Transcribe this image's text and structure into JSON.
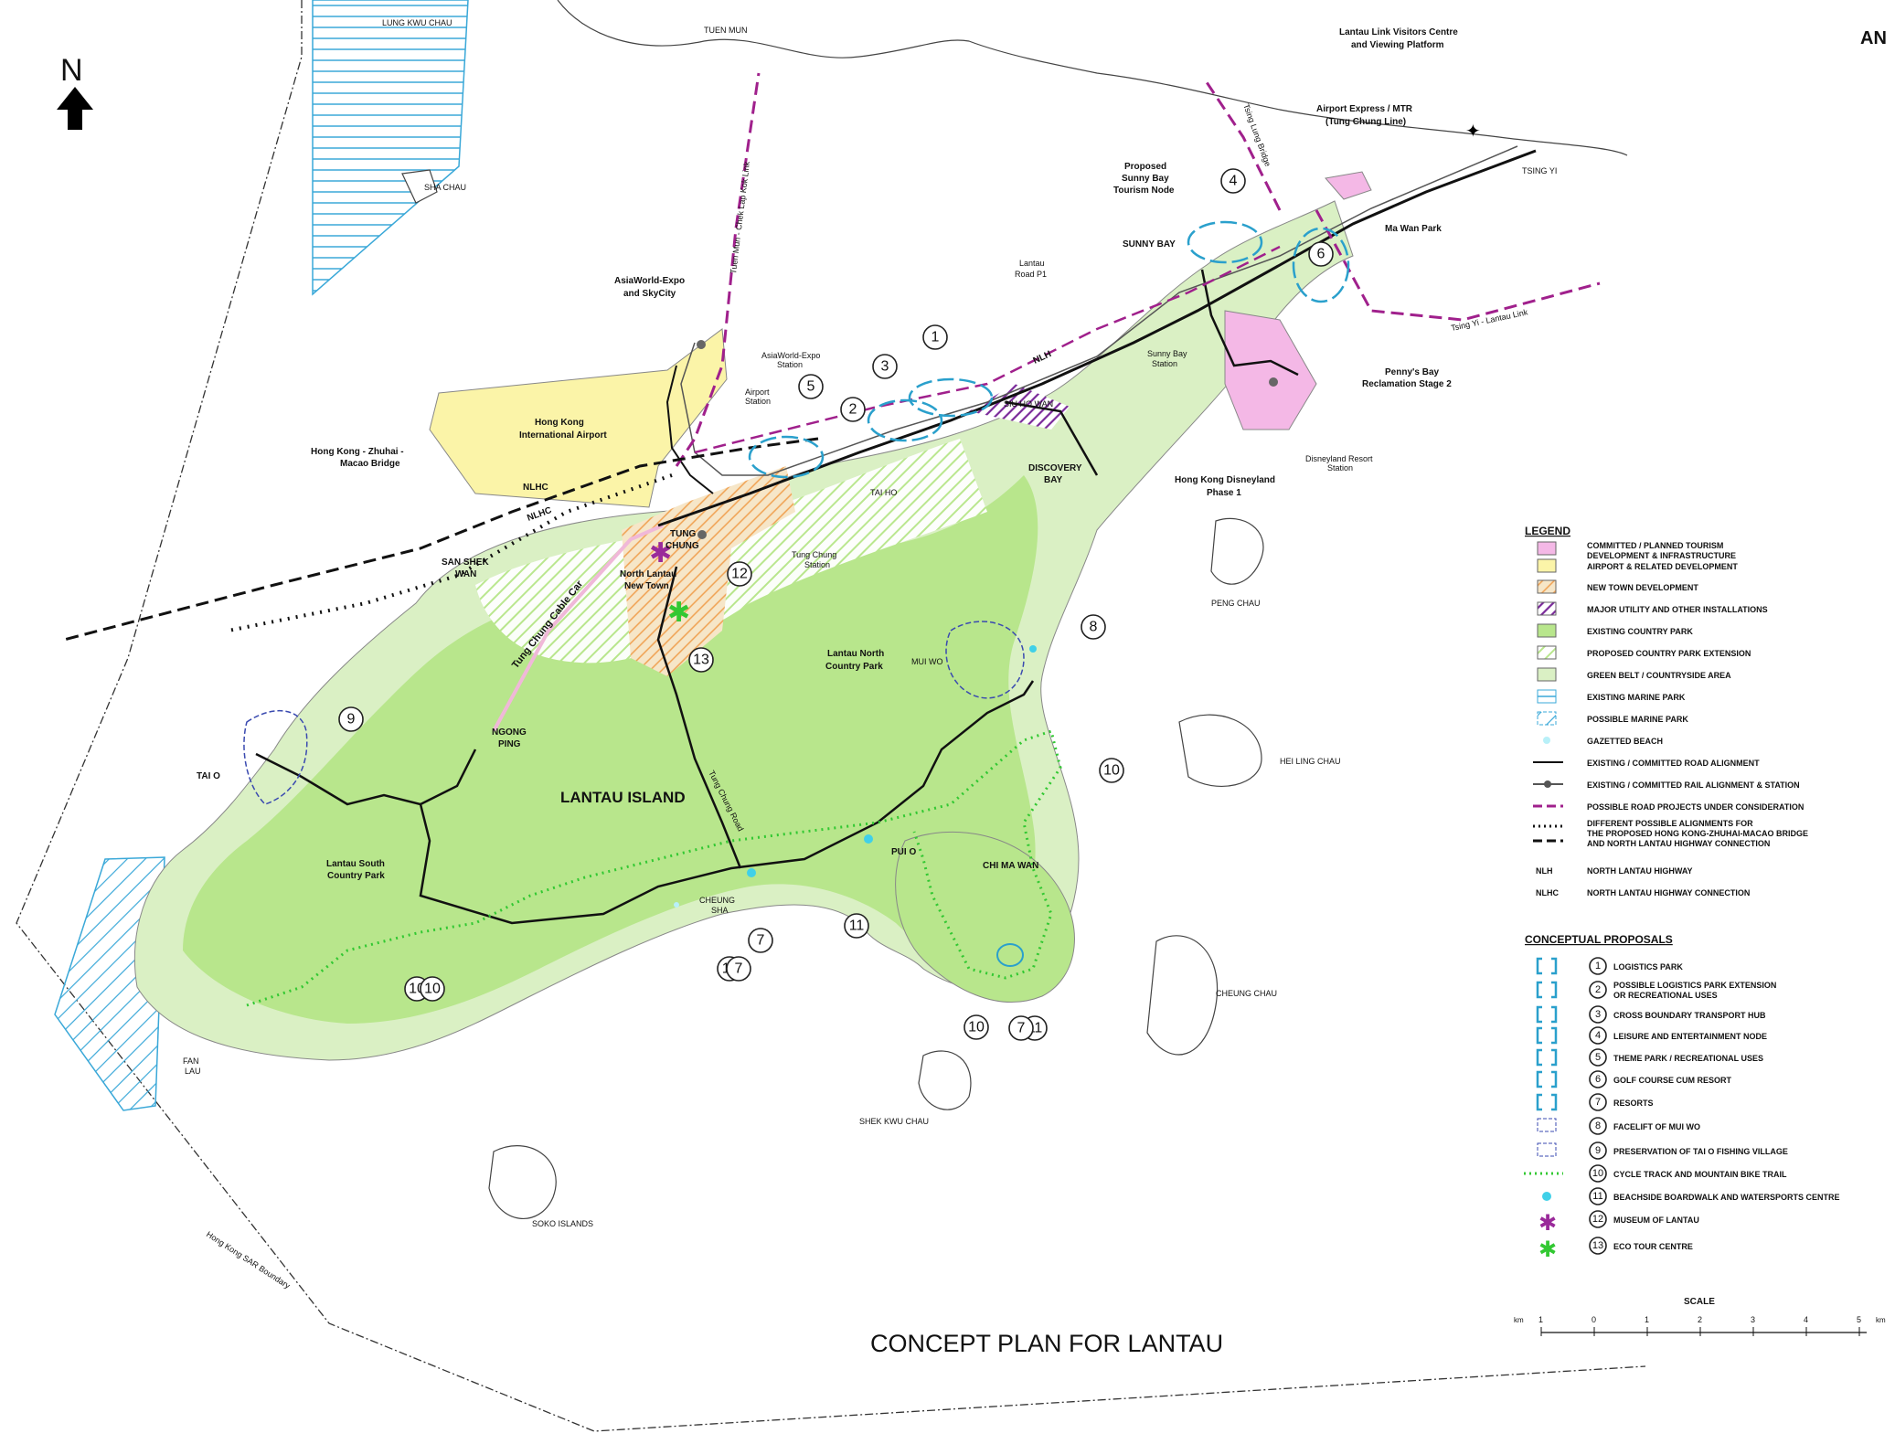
{
  "header": {
    "corner": "AN"
  },
  "title": "CONCEPT PLAN FOR LANTAU",
  "north": {
    "letter": "N"
  },
  "map": {
    "place_labels": {
      "tuen_mun": "TUEN MUN",
      "lung_kwu_chau": "LUNG KWU CHAU",
      "sha_chau": "SHA CHAU",
      "visitors_centre": [
        "Lantau Link Visitors Centre",
        "and Viewing Platform"
      ],
      "airport_express": [
        "Airport Express / MTR",
        "(Tung Chung Line)"
      ],
      "tsing_yi": "TSING YI",
      "ma_wan_park": "Ma Wan Park",
      "sunny_bay_node": [
        "Proposed",
        "Sunny Bay",
        "Tourism Node"
      ],
      "sunny_bay": "SUNNY BAY",
      "lantau_road_p1": [
        "Lantau",
        "Road P1"
      ],
      "asiaworld": [
        "AsiaWorld-Expo",
        "and SkyCity"
      ],
      "asiaworld_station": [
        "AsiaWorld-Expo",
        "Station"
      ],
      "airport_station": [
        "Airport",
        "Station"
      ],
      "hkia": [
        "Hong Kong",
        "International Airport"
      ],
      "hzmb": [
        "Hong Kong - Zhuhai -",
        "Macao Bridge"
      ],
      "nlhc1": "NLHC",
      "nlhc2": "NLHC",
      "nlh": "NLH",
      "siu_ho_wan": "SIU HO WAN",
      "sunny_bay_station": [
        "Sunny Bay",
        "Station"
      ],
      "pennys_bay": [
        "Penny's Bay",
        "Reclamation Stage 2"
      ],
      "disneyland_station": [
        "Disneyland Resort",
        "Station"
      ],
      "hk_disneyland": [
        "Hong Kong Disneyland",
        "Phase 1"
      ],
      "discovery_bay": [
        "DISCOVERY",
        "BAY"
      ],
      "tai_ho": "TAI HO",
      "tung_chung": [
        "TUNG",
        "CHUNG"
      ],
      "tung_chung_station": [
        "Tung Chung",
        "Station"
      ],
      "north_lantau_new_town": [
        "North Lantau",
        "New Town"
      ],
      "san_shek_wan": [
        "SAN SHEK",
        "WAN"
      ],
      "cable_car": "Tung Chung Cable Car",
      "tuen_mun_link": "Tuen Mun - Chek Lap Kok Link",
      "tsing_lung_bridge": "Tsing Lung Bridge",
      "tsing_yi_lantau_link": "Tsing Yi - Lantau Link",
      "peng_chau": "PENG CHAU",
      "lantau_north_cp": [
        "Lantau North",
        "Country Park"
      ],
      "mui_wo": "MUI WO",
      "hei_ling_chau": "HEI LING CHAU",
      "ngong_ping": [
        "NGONG",
        "PING"
      ],
      "tai_o": "TAI O",
      "lantau_island": "LANTAU ISLAND",
      "tung_chung_road": "Tung Chung Road",
      "lantau_south_cp": [
        "Lantau South",
        "Country Park"
      ],
      "pui_o": "PUI O",
      "chi_ma_wan": "CHI MA WAN",
      "cheung_sha": [
        "CHEUNG",
        "SHA"
      ],
      "cheung_chau": "CHEUNG CHAU",
      "fan_lau": [
        "FAN",
        "LAU"
      ],
      "shek_kwu_chau": "SHEK KWU CHAU",
      "soko_islands": "SOKO ISLANDS",
      "sar_boundary": "Hong Kong SAR Boundary"
    },
    "numbered_markers": [
      "1",
      "2",
      "3",
      "4",
      "5",
      "6",
      "7",
      "8",
      "9",
      "10",
      "11",
      "12",
      "13",
      "10",
      "10",
      "10",
      "11",
      "11",
      "7",
      "7"
    ]
  },
  "legend": {
    "heading": "LEGEND",
    "items": [
      {
        "label": "COMMITTED / PLANNED TOURISM DEVELOPMENT & INFRASTRUCTURE",
        "fill": "#f4b8e6"
      },
      {
        "label": "AIRPORT & RELATED DEVELOPMENT",
        "fill": "#fbf4a8"
      },
      {
        "label": "NEW TOWN DEVELOPMENT"
      },
      {
        "label": "MAJOR UTILITY AND OTHER INSTALLATIONS"
      },
      {
        "label": "EXISTING COUNTRY PARK",
        "fill": "#b8e68c"
      },
      {
        "label": "PROPOSED COUNTRY PARK EXTENSION"
      },
      {
        "label": "GREEN BELT / COUNTRYSIDE AREA",
        "fill": "#daf0c4"
      },
      {
        "label": "EXISTING MARINE PARK"
      },
      {
        "label": "POSSIBLE MARINE PARK"
      },
      {
        "label": "GAZETTED BEACH"
      },
      {
        "label": "EXISTING / COMMITTED ROAD ALIGNMENT"
      },
      {
        "label": "EXISTING / COMMITTED RAIL ALIGNMENT & STATION"
      },
      {
        "label": "POSSIBLE ROAD PROJECTS UNDER CONSIDERATION"
      },
      {
        "label": "DIFFERENT POSSIBLE ALIGNMENTS FOR THE PROPOSED HONG KONG-ZHUHAI-MACAO BRIDGE AND NORTH LANTAU HIGHWAY CONNECTION"
      },
      {
        "abbr": "NLH",
        "label": "NORTH LANTAU HIGHWAY"
      },
      {
        "abbr": "NLHC",
        "label": "NORTH LANTAU HIGHWAY CONNECTION"
      }
    ]
  },
  "proposals": {
    "heading": "CONCEPTUAL PROPOSALS",
    "items": [
      {
        "num": "1",
        "label": "LOGISTICS PARK"
      },
      {
        "num": "2",
        "label": "POSSIBLE LOGISTICS PARK EXTENSION OR RECREATIONAL USES"
      },
      {
        "num": "3",
        "label": "CROSS BOUNDARY TRANSPORT HUB"
      },
      {
        "num": "4",
        "label": "LEISURE AND ENTERTAINMENT NODE"
      },
      {
        "num": "5",
        "label": "THEME PARK / RECREATIONAL USES"
      },
      {
        "num": "6",
        "label": "GOLF COURSE CUM RESORT"
      },
      {
        "num": "7",
        "label": "RESORTS"
      },
      {
        "num": "8",
        "label": "FACELIFT OF MUI WO"
      },
      {
        "num": "9",
        "label": "PRESERVATION OF TAI O FISHING VILLAGE"
      },
      {
        "num": "10",
        "label": "CYCLE TRACK AND MOUNTAIN BIKE TRAIL"
      },
      {
        "num": "11",
        "label": "BEACHSIDE BOARDWALK AND WATERSPORTS CENTRE"
      },
      {
        "num": "12",
        "label": "MUSEUM OF LANTAU"
      },
      {
        "num": "13",
        "label": "ECO TOUR CENTRE"
      }
    ]
  },
  "scale": {
    "title": "SCALE",
    "unit": "km",
    "ticks": [
      "1",
      "0",
      "1",
      "2",
      "3",
      "4",
      "5"
    ]
  },
  "colors": {
    "country_park": "#b8e68c",
    "green_belt": "#daf0c4",
    "airport": "#fbf4a8",
    "tourism": "#f4b8e6",
    "new_town": "#f0a050",
    "utility": "#7a2a9a",
    "marine": "#3aa8d8",
    "possible_road": "#a0208c",
    "cycle_track": "#32c832",
    "proposal": "#2aa0cc",
    "beach": "#40d0e8"
  }
}
